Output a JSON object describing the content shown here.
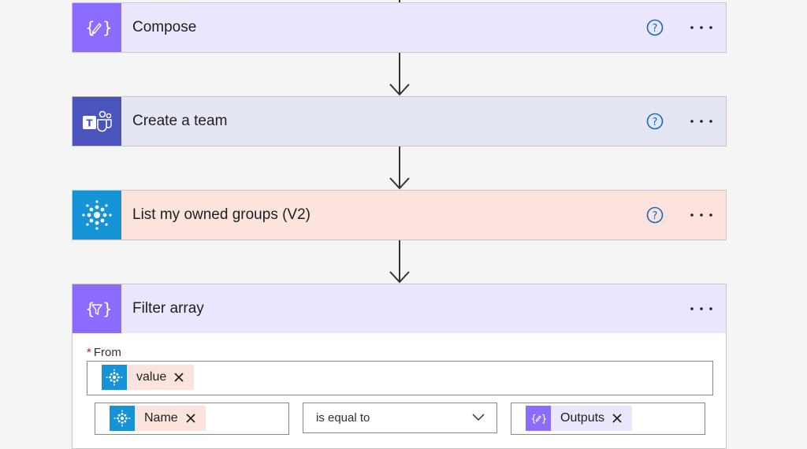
{
  "steps": [
    {
      "title": "Compose",
      "theme": "compose",
      "has_help": true
    },
    {
      "title": "Create a team",
      "theme": "teams",
      "has_help": true
    },
    {
      "title": "List my owned groups (V2)",
      "theme": "groups",
      "has_help": true
    },
    {
      "title": "Filter array",
      "theme": "filter",
      "has_help": false
    }
  ],
  "filter": {
    "from_label": "From",
    "required_mark": "*",
    "from_token": "value",
    "left_token": "Name",
    "operator": "is equal to",
    "right_token": "Outputs"
  },
  "colors": {
    "compose_header": "#ebe5fd",
    "compose_tile": "#8c6cff",
    "teams_header": "#e5e6f3",
    "teams_tile": "#4b53bc",
    "groups_header": "#fde3dd",
    "groups_tile": "#1593d6",
    "token_groups_bg": "#fde3dd",
    "token_compose_bg": "#ebe5fd",
    "help_blue": "#0f6cbd"
  },
  "icons": {
    "compose": "compose-icon",
    "teams": "teams-icon",
    "groups": "groups-icon",
    "filter": "filter-array-icon",
    "help": "help-icon",
    "more": "more-options-icon",
    "arrow": "arrow-down-icon",
    "remove": "remove-token-icon",
    "chevron": "chevron-down-icon"
  }
}
